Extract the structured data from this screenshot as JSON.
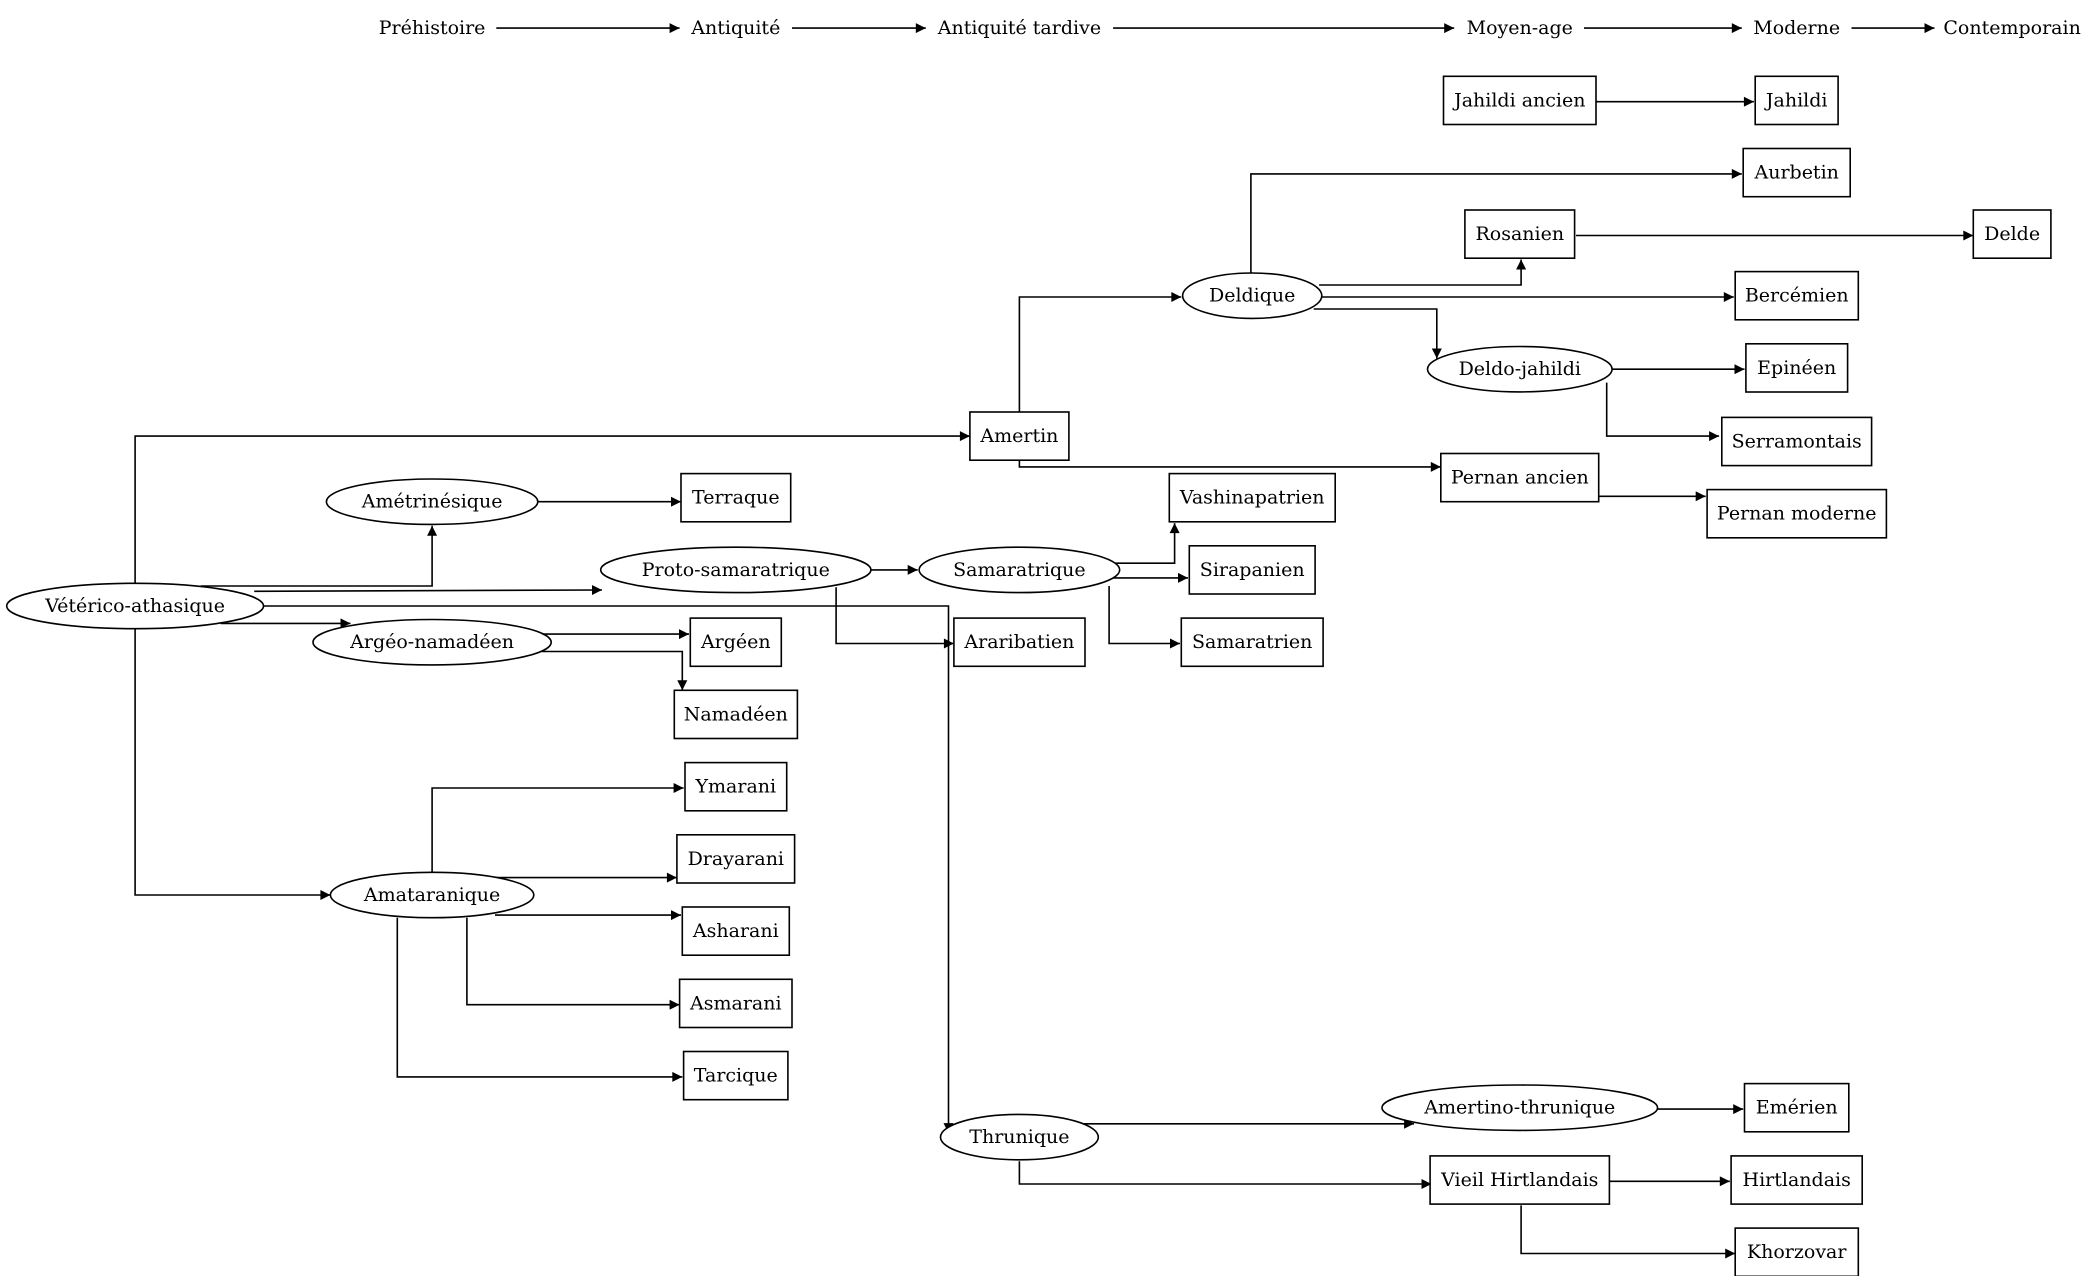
{
  "timeline": [
    {
      "id": "t1",
      "label": "Préhistoire"
    },
    {
      "id": "t2",
      "label": "Antiquité"
    },
    {
      "id": "t3",
      "label": "Antiquité tardive"
    },
    {
      "id": "t4",
      "label": "Moyen-age"
    },
    {
      "id": "t5",
      "label": "Moderne"
    },
    {
      "id": "t6",
      "label": "Contemporain"
    }
  ],
  "nodes": [
    {
      "id": "veterico",
      "label": "Vétérico-athasique",
      "shape": "ellipse"
    },
    {
      "id": "ametrin",
      "label": "Amétrinésique",
      "shape": "ellipse"
    },
    {
      "id": "protosam",
      "label": "Proto-samaratrique",
      "shape": "ellipse"
    },
    {
      "id": "argeonam",
      "label": "Argéo-namadéen",
      "shape": "ellipse"
    },
    {
      "id": "amataran",
      "label": "Amataranique",
      "shape": "ellipse"
    },
    {
      "id": "samarat",
      "label": "Samaratrique",
      "shape": "ellipse"
    },
    {
      "id": "deldique",
      "label": "Deldique",
      "shape": "ellipse"
    },
    {
      "id": "deldojah",
      "label": "Deldo-jahildi",
      "shape": "ellipse"
    },
    {
      "id": "thrunique",
      "label": "Thrunique",
      "shape": "ellipse"
    },
    {
      "id": "amertthr",
      "label": "Amertino-thrunique",
      "shape": "ellipse"
    },
    {
      "id": "terraque",
      "label": "Terraque",
      "shape": "box"
    },
    {
      "id": "argeen",
      "label": "Argéen",
      "shape": "box"
    },
    {
      "id": "namadeen",
      "label": "Namadéen",
      "shape": "box"
    },
    {
      "id": "ymarani",
      "label": "Ymarani",
      "shape": "box"
    },
    {
      "id": "drayarani",
      "label": "Drayarani",
      "shape": "box"
    },
    {
      "id": "asharani",
      "label": "Asharani",
      "shape": "box"
    },
    {
      "id": "asmarani",
      "label": "Asmarani",
      "shape": "box"
    },
    {
      "id": "tarcique",
      "label": "Tarcique",
      "shape": "box"
    },
    {
      "id": "amertin",
      "label": "Amertin",
      "shape": "box"
    },
    {
      "id": "araribat",
      "label": "Araribatien",
      "shape": "box"
    },
    {
      "id": "vashina",
      "label": "Vashinapatrien",
      "shape": "box"
    },
    {
      "id": "sirapan",
      "label": "Sirapanien",
      "shape": "box"
    },
    {
      "id": "samaratr",
      "label": "Samaratrien",
      "shape": "box"
    },
    {
      "id": "jahanc",
      "label": "Jahildi ancien",
      "shape": "box"
    },
    {
      "id": "rosanien",
      "label": "Rosanien",
      "shape": "box"
    },
    {
      "id": "pernanc",
      "label": "Pernan ancien",
      "shape": "box"
    },
    {
      "id": "vieilh",
      "label": "Vieil Hirtlandais",
      "shape": "box"
    },
    {
      "id": "jahildi",
      "label": "Jahildi",
      "shape": "box"
    },
    {
      "id": "aurbetin",
      "label": "Aurbetin",
      "shape": "box"
    },
    {
      "id": "bercem",
      "label": "Bercémien",
      "shape": "box"
    },
    {
      "id": "epineen",
      "label": "Epinéen",
      "shape": "box"
    },
    {
      "id": "serramon",
      "label": "Serramontais",
      "shape": "box"
    },
    {
      "id": "pernmod",
      "label": "Pernan moderne",
      "shape": "box"
    },
    {
      "id": "emerien",
      "label": "Emérien",
      "shape": "box"
    },
    {
      "id": "hirtland",
      "label": "Hirtlandais",
      "shape": "box"
    },
    {
      "id": "khorzovar",
      "label": "Khorzovar",
      "shape": "box"
    },
    {
      "id": "delde",
      "label": "Delde",
      "shape": "box"
    }
  ],
  "edges": [
    {
      "from": "t1",
      "to": "t2"
    },
    {
      "from": "t2",
      "to": "t3"
    },
    {
      "from": "t3",
      "to": "t4"
    },
    {
      "from": "t4",
      "to": "t5"
    },
    {
      "from": "t5",
      "to": "t6"
    },
    {
      "from": "veterico",
      "to": "amertin"
    },
    {
      "from": "veterico",
      "to": "ametrin"
    },
    {
      "from": "veterico",
      "to": "protosam"
    },
    {
      "from": "veterico",
      "to": "argeonam"
    },
    {
      "from": "veterico",
      "to": "thrunique"
    },
    {
      "from": "veterico",
      "to": "amataran"
    },
    {
      "from": "ametrin",
      "to": "terraque"
    },
    {
      "from": "argeonam",
      "to": "argeen"
    },
    {
      "from": "argeonam",
      "to": "namadeen"
    },
    {
      "from": "protosam",
      "to": "samarat"
    },
    {
      "from": "protosam",
      "to": "araribat"
    },
    {
      "from": "samarat",
      "to": "vashina"
    },
    {
      "from": "samarat",
      "to": "sirapan"
    },
    {
      "from": "samarat",
      "to": "samaratr"
    },
    {
      "from": "amataran",
      "to": "ymarani"
    },
    {
      "from": "amataran",
      "to": "drayarani"
    },
    {
      "from": "amataran",
      "to": "asharani"
    },
    {
      "from": "amataran",
      "to": "asmarani"
    },
    {
      "from": "amataran",
      "to": "tarcique"
    },
    {
      "from": "amertin",
      "to": "deldique"
    },
    {
      "from": "amertin",
      "to": "pernanc"
    },
    {
      "from": "deldique",
      "to": "aurbetin"
    },
    {
      "from": "deldique",
      "to": "rosanien"
    },
    {
      "from": "deldique",
      "to": "bercem"
    },
    {
      "from": "deldique",
      "to": "deldojah"
    },
    {
      "from": "rosanien",
      "to": "delde"
    },
    {
      "from": "deldojah",
      "to": "epineen"
    },
    {
      "from": "deldojah",
      "to": "serramon"
    },
    {
      "from": "pernanc",
      "to": "pernmod"
    },
    {
      "from": "jahanc",
      "to": "jahildi"
    },
    {
      "from": "thrunique",
      "to": "amertthr"
    },
    {
      "from": "thrunique",
      "to": "vieilh"
    },
    {
      "from": "amertthr",
      "to": "emerien"
    },
    {
      "from": "vieilh",
      "to": "hirtland"
    },
    {
      "from": "vieilh",
      "to": "khorzovar"
    }
  ]
}
